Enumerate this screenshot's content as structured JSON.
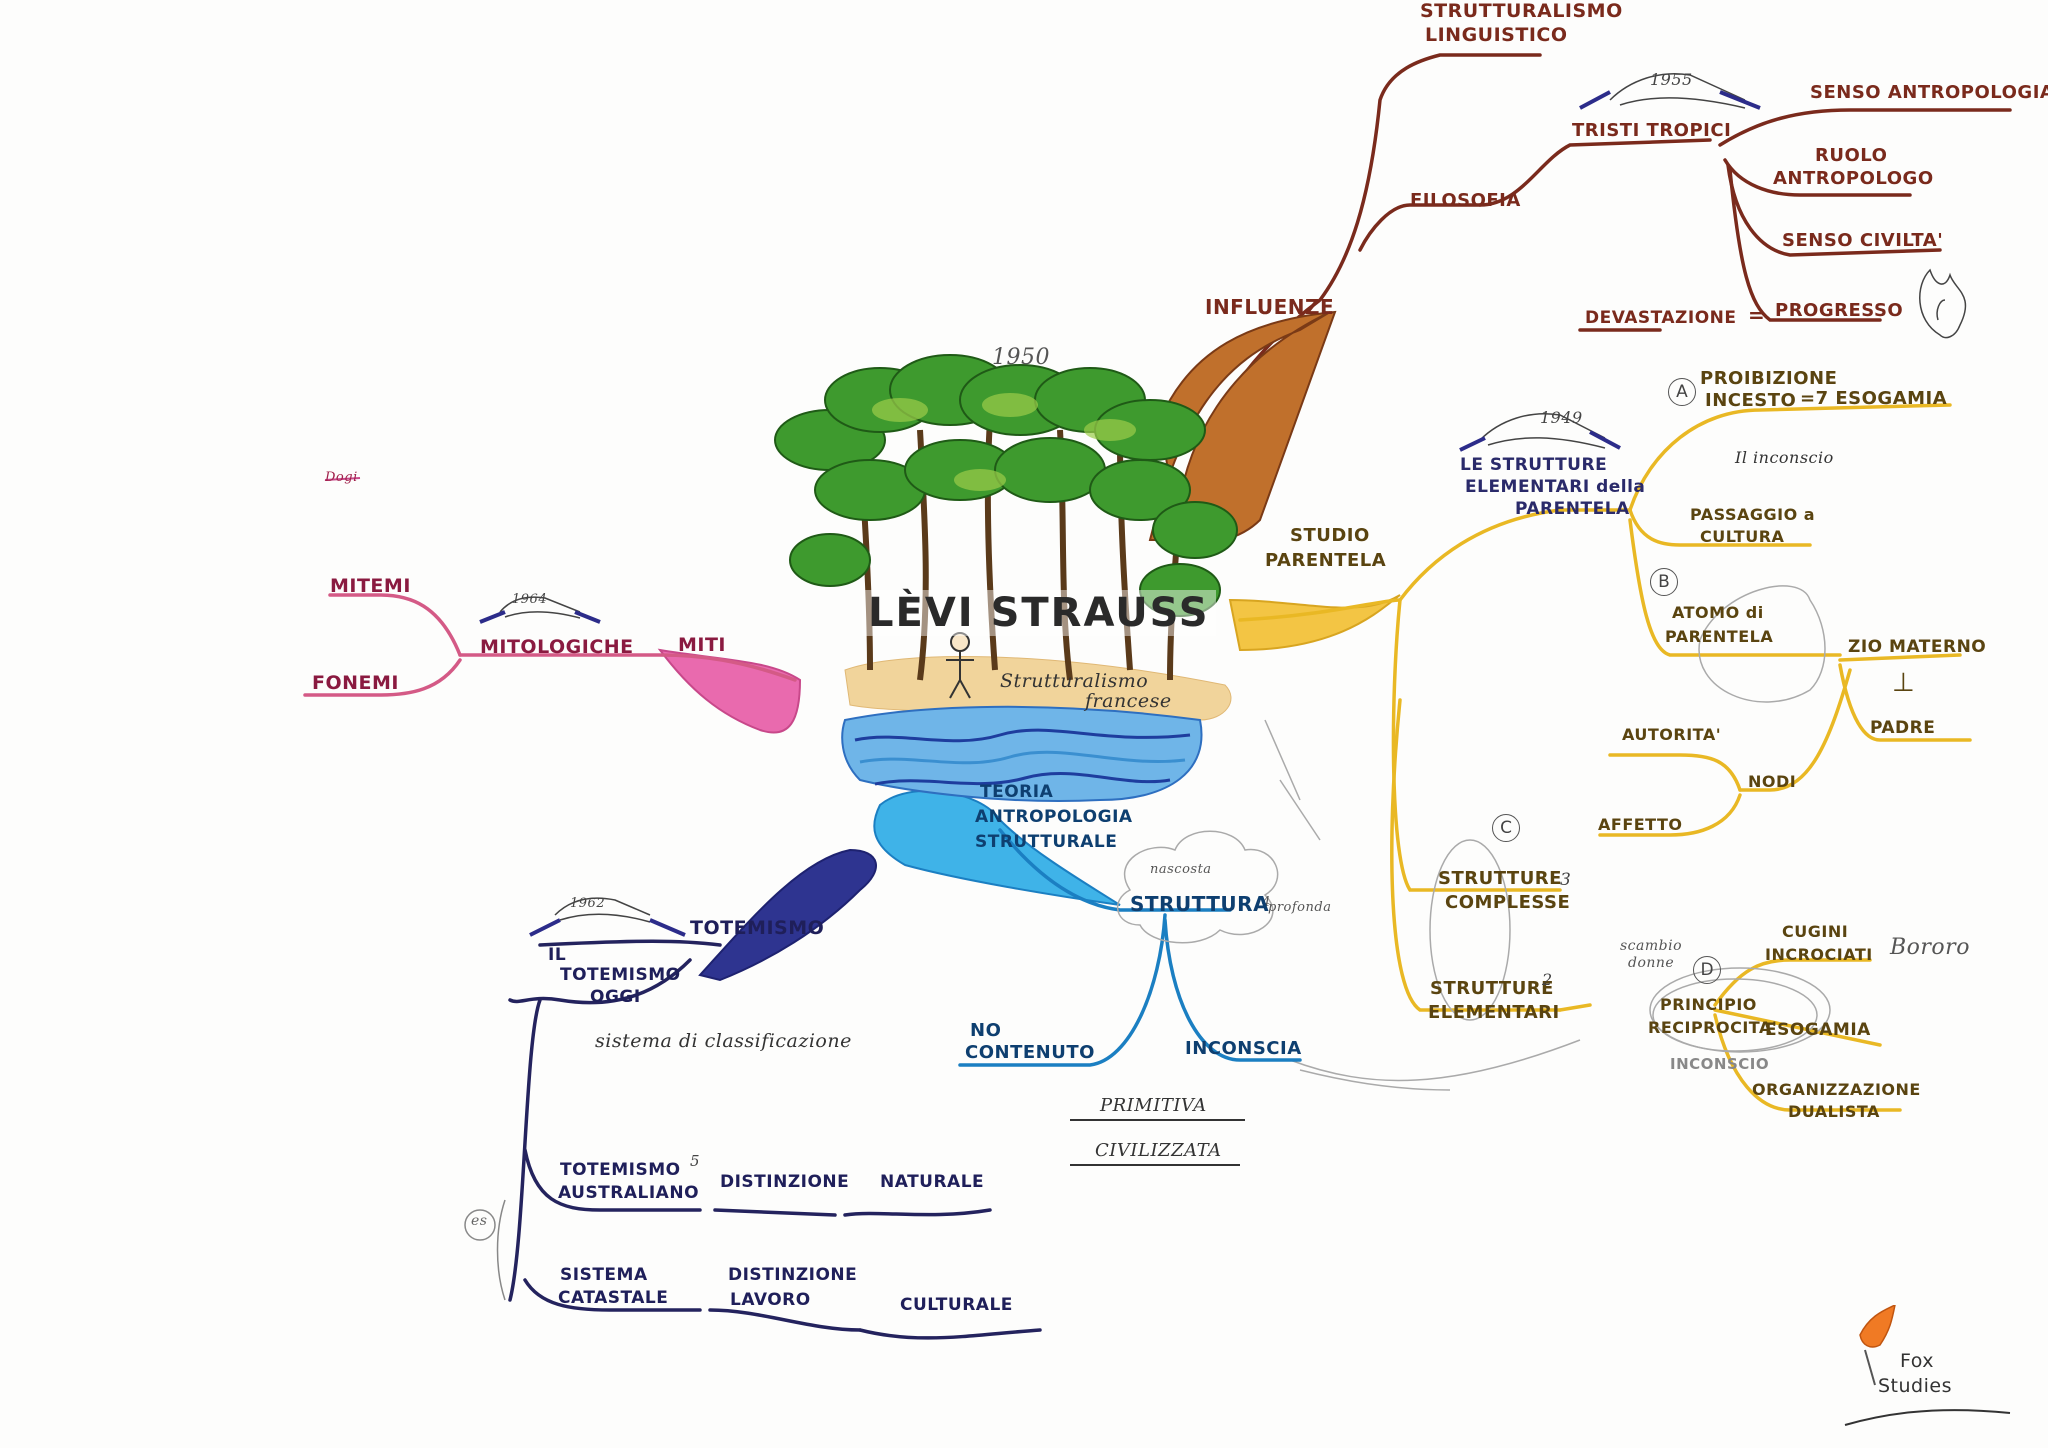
{
  "center": {
    "year": "1950",
    "title": "LÈVI STRAUSS",
    "subtitle_line1": "Strutturalismo",
    "subtitle_line2": "francese"
  },
  "influences": {
    "label": "INFLUENZE",
    "strutturalismo_line1": "STRUTTURALISMO",
    "strutturalismo_line2": "LINGUISTICO",
    "filosofia": "FILOSOFIA",
    "book_year": "1955",
    "book": "TRISTI TROPICI",
    "senso_antropologia": "SENSO ANTROPOLOGIA",
    "ruolo_line1": "RUOLO",
    "ruolo_line2": "ANTROPOLOGO",
    "senso_civilta": "SENSO CIVILTA'",
    "devastazione": "DEVASTAZIONE",
    "equals": "=",
    "progresso": "PROGRESSO"
  },
  "kinship": {
    "label_line1": "STUDIO",
    "label_line2": "PARENTELA",
    "book_year": "1949",
    "book_line1": "LE STRUTTURE",
    "book_line2": "ELEMENTARI della",
    "book_line3": "PARENTELA",
    "a_line1": "PROIBIZIONE",
    "a_line2": "INCESTO",
    "arrow": "=7 ESOGAMIA",
    "inconscio_note": "Il inconscio",
    "passaggio_line1": "PASSAGGIO a",
    "passaggio_line2": "CULTURA",
    "atomo_line1": "ATOMO di",
    "atomo_line2": "PARENTELA",
    "zio": "ZIO MATERNO",
    "perp": "⊥",
    "padre": "PADRE",
    "autorita": "AUTORITA'",
    "nodi": "NODI",
    "affetto": "AFFETTO",
    "complesse_line1": "STRUTTURE",
    "complesse_line2": "COMPLESSE",
    "complesse_num": "3",
    "elementari_line1": "STRUTTURE",
    "elementari_line2": "ELEMENTARI",
    "elementari_num": "2",
    "scambio_note_line1": "scambio",
    "scambio_note_line2": "donne",
    "principio_line1": "PRINCIPIO",
    "principio_line2": "RECIPROCITA'",
    "inconscio_label": "INCONSCIO",
    "cugini_line1": "CUGINI",
    "cugini_line2": "INCROCIATI",
    "bororo": "Bororo",
    "esogamia": "ESOGAMIA",
    "organizzazione_line1": "ORGANIZZAZIONE",
    "organizzazione_line2": "DUALISTA",
    "letters": [
      "A",
      "B",
      "C",
      "D"
    ]
  },
  "myths": {
    "small_note": "Dogi",
    "mitemi": "MITEMI",
    "fonemi": "FONEMI",
    "book": "1964",
    "mitologiche": "MITOLOGICHE",
    "miti": "MITI"
  },
  "structure": {
    "teoria_line1": "TEORIA",
    "teoria_line2": "ANTROPOLOGIA",
    "teoria_line3": "STRUTTURALE",
    "cloud_note1": "nascosta",
    "cloud_note2": "profonda",
    "cloud_num": "4",
    "struttura": "STRUTTURA",
    "no_contenuto_line1": "NO",
    "no_contenuto_line2": "CONTENUTO",
    "inconscia": "INCONSCIA",
    "primitiva": "PRIMITIVA",
    "civilizzata": "CIVILIZZATA"
  },
  "totemism": {
    "book_year": "1962",
    "totemismo": "TOTEMISMO",
    "oggi_line1": "IL",
    "oggi_line2": "TOTEMISMO",
    "oggi_line3": "OGGI",
    "sistema_note": "sistema di classificazione",
    "australiano_line1": "TOTEMISMO",
    "australiano_line2": "AUSTRALIANO",
    "australiano_num": "5",
    "distinzione": "DISTINZIONE",
    "naturale": "NATURALE",
    "catastale_line1": "SISTEMA",
    "catastale_line2": "CATASTALE",
    "distinzione_lavoro_line1": "DISTINZIONE",
    "distinzione_lavoro_line2": "LAVORO",
    "culturale": "CULTURALE",
    "es": "es"
  },
  "brand": {
    "line1": "Fox",
    "line2": "Studies"
  },
  "colors": {
    "brown": "#7a2a1c",
    "yellow": "#f2c42c",
    "pink": "#e56aa8",
    "navy": "#24235e",
    "blue": "#1b7fc2",
    "palm": "#3e9a2e"
  }
}
